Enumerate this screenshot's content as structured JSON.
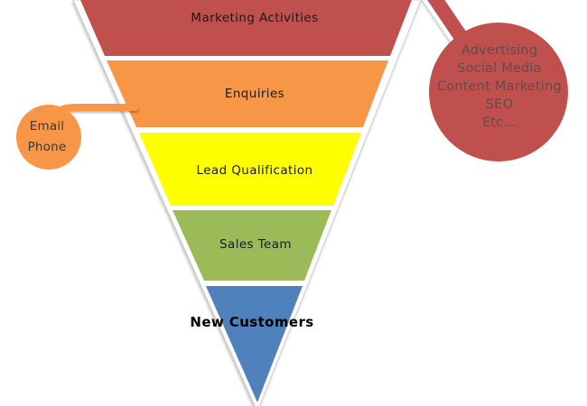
{
  "canvas": {
    "background": "#ffffff"
  },
  "funnel": {
    "outline_color": "#ffffff",
    "label_color": "#1a1a1a",
    "label_color_emphasis": "#000000",
    "segments": [
      {
        "id": "marketing-activities",
        "label": "Marketing Activities",
        "color": "#c0504d"
      },
      {
        "id": "enquiries",
        "label": "Enquiries",
        "color": "#f79646"
      },
      {
        "id": "lead-qualification",
        "label": "Lead Qualification",
        "color": "#ffff00"
      },
      {
        "id": "sales-team",
        "label": "Sales Team",
        "color": "#9bbb59"
      },
      {
        "id": "new-customers",
        "label": "New Customers",
        "color": "#4f81bd"
      }
    ]
  },
  "callouts": {
    "right": {
      "shape": "circle",
      "color": "#c0504d",
      "connector_color": "#c0504d",
      "text_color": "#614c4c",
      "lines": [
        "Advertising",
        "Social Media",
        "Content Marketing",
        "SEO",
        "Etc..."
      ]
    },
    "left": {
      "shape": "circle",
      "color": "#f79646",
      "connector_color": "#f79646",
      "text_color": "#3d3834",
      "lines": [
        "Email",
        "Phone"
      ]
    }
  }
}
